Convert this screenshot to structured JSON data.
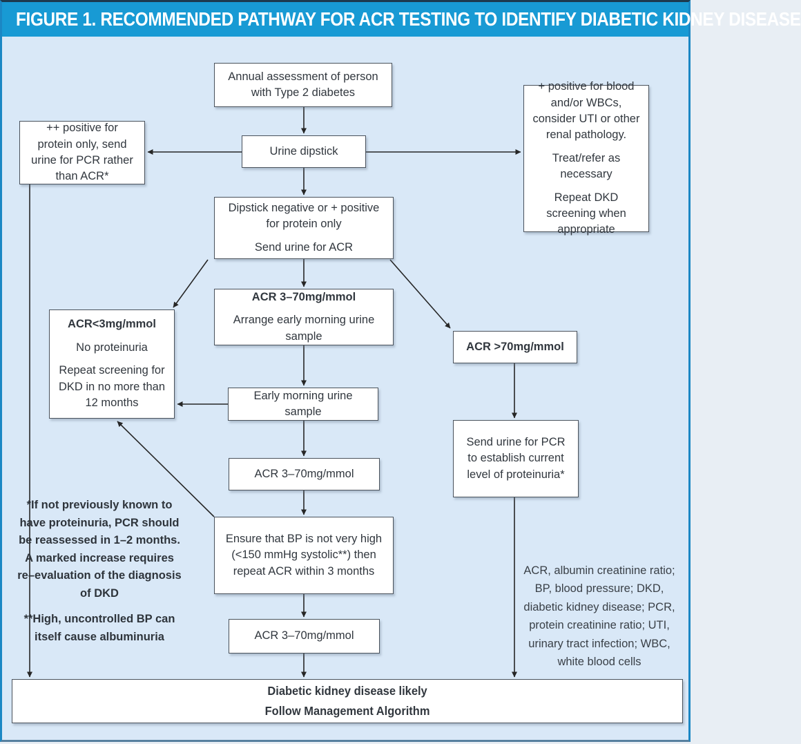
{
  "figure": {
    "title": "FIGURE 1. RECOMMENDED PATHWAY FOR ACR TESTING TO IDENTIFY DIABETIC KIDNEY DISEASE"
  },
  "colors": {
    "header_bg": "#189ad4",
    "canvas_bg": "#d9e8f7",
    "box_border": "#49515b",
    "arrow": "#262626",
    "title_text": "#ffffff"
  },
  "nodes": {
    "annual": {
      "lines": [
        "Annual assessment of person with Type 2 diabetes"
      ]
    },
    "dipstick": {
      "lines": [
        "Urine dipstick"
      ]
    },
    "plus_protein": {
      "lines": [
        "++ positive for protein only, send urine for PCR rather than ACR*"
      ]
    },
    "plus_blood": {
      "lines": [
        "+ positive for blood and/or WBCs, consider UTI or other renal pathology.",
        "Treat/refer as necessary",
        "Repeat DKD screening when appropriate"
      ]
    },
    "dip_negative": {
      "lines": [
        "Dipstick negative or + positive for protein only",
        "Send urine for ACR"
      ]
    },
    "acr_3_70_arrange": {
      "heading": "ACR 3–70mg/mmol",
      "lines": [
        "Arrange early morning urine sample"
      ]
    },
    "acr_lt3": {
      "heading": "ACR<3mg/mmol",
      "lines": [
        "No proteinuria",
        "Repeat screening for DKD in no more than 12 months"
      ]
    },
    "acr_gt70": {
      "heading": "ACR >70mg/mmol"
    },
    "early_morning": {
      "lines": [
        "Early morning urine sample"
      ]
    },
    "acr_3_70_repeat1": {
      "lines": [
        "ACR 3–70mg/mmol"
      ]
    },
    "send_pcr": {
      "lines": [
        "Send urine for PCR to establish current level of proteinuria*"
      ]
    },
    "bp_check": {
      "lines": [
        "Ensure that BP is not very high (<150 mmHg systolic**) then repeat ACR within 3 months"
      ]
    },
    "acr_3_70_repeat2": {
      "lines": [
        "ACR 3–70mg/mmol"
      ]
    },
    "outcome": {
      "lines": [
        "Diabetic kidney disease likely",
        "Follow Management Algorithm"
      ]
    }
  },
  "notes": {
    "footnote_star": "*If not previously known to have proteinuria, PCR should be reassessed in 1–2 months. A marked increase requires re–evaluation of the diagnosis of DKD",
    "footnote_double_star": "**High, uncontrolled BP can itself cause albuminuria",
    "abbreviations": "ACR, albumin creatinine ratio; BP, blood pressure; DKD, diabetic kidney disease; PCR, protein creatinine ratio; UTI, urinary tract infection; WBC, white blood cells"
  }
}
